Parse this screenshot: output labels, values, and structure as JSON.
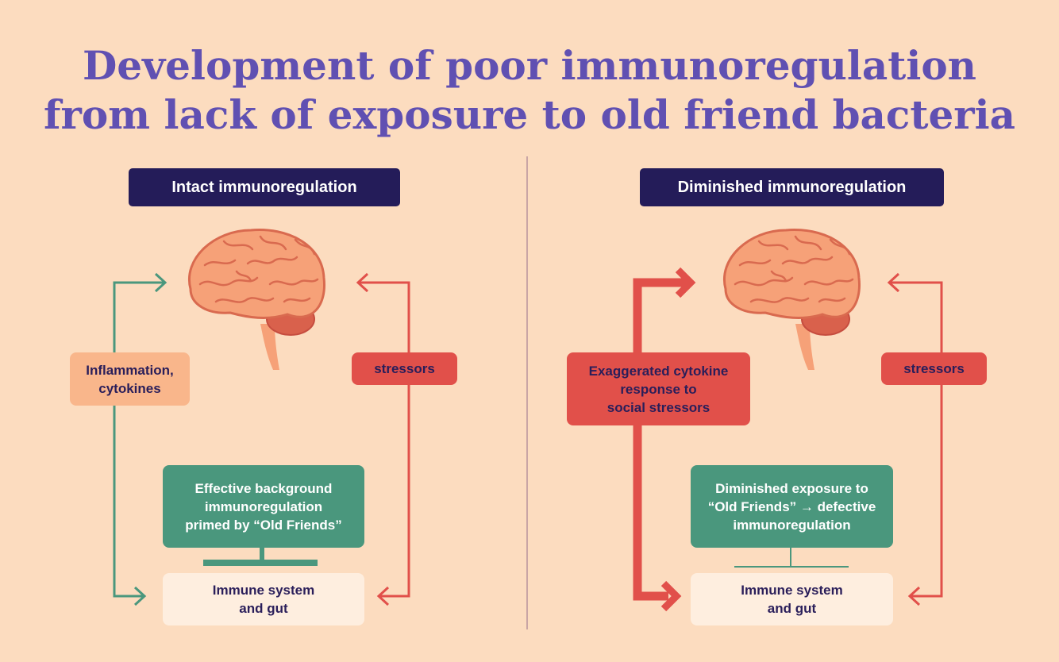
{
  "title": {
    "line1": "Development of poor immunoregulation",
    "line2": "from lack of exposure to old friend bacteria"
  },
  "left": {
    "header": "Intact immunoregulation",
    "inflammation_label": "Inflammation,\ncytokines",
    "stressors_label": "stressors",
    "background_label": "Effective background\nimmunoregulation\nprimed by “Old Friends”",
    "immune_label": "Immune system\nand gut"
  },
  "right": {
    "header": "Diminished immunoregulation",
    "cytokine_label": "Exaggerated cytokine\nresponse to\nsocial stressors",
    "stressors_label": "stressors",
    "exposure_label": "Diminished exposure to\n“Old Friends” → defective\nimmunoregulation",
    "immune_label": "Immune system\nand gut"
  },
  "colors": {
    "background": "#fcdcbf",
    "title": "#6050b2",
    "header_bg": "#241c59",
    "green": "#4a977d",
    "red": "#e1504a",
    "orange": "#f9b68b",
    "cream": "#feeedf",
    "brain": "#f6a178"
  },
  "icons": [
    "brain-icon",
    "arrow-right-icon",
    "arrow-left-icon"
  ]
}
